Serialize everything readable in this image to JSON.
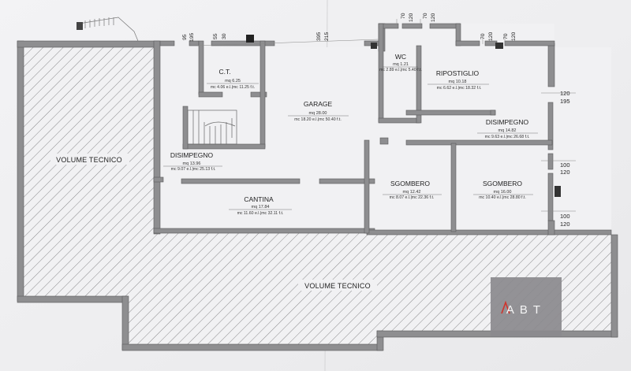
{
  "rooms": {
    "ct": {
      "name": "C.T.",
      "area": "mq 6.25",
      "vol": "mc 4.06 e.l.|mc 11.25 f.t."
    },
    "garage": {
      "name": "GARAGE",
      "area": "mq 28.00",
      "vol": "mc 18.20 e.l.|mc 50.40 f.t."
    },
    "wc": {
      "name": "WC",
      "area": "mq 1.21",
      "vol": "mc 2.89 e.l.|mc 5.40 f.t."
    },
    "ripostiglio": {
      "name": "RIPOSTIGLIO",
      "area": "mq 10.18",
      "vol": "mc 6.62 e.l.|mc 18.32 f.t."
    },
    "disimpegno_right": {
      "name": "DISIMPEGNO",
      "area": "mq 14.82",
      "vol": "mc 9.63 e.l.|mc 26.68 f.t."
    },
    "disimpegno_left": {
      "name": "DISIMPEGNO",
      "area": "mq 13.96",
      "vol": "mc 9.07 e.l.|mc 25.13 f.t."
    },
    "cantina": {
      "name": "CANTINA",
      "area": "mq 17.84",
      "vol": "mc 11.60 e.l.|mc 32.11 f.t."
    },
    "sgombero_mid": {
      "name": "SGOMBERO",
      "area": "mq 12.42",
      "vol": "mc 8.07 e.l.|mc 22.36 f.t."
    },
    "sgombero_right": {
      "name": "SGOMBERO",
      "area": "mq 16.00",
      "vol": "mc 10.40 e.l.|mc 28.80 f.t."
    },
    "volume_left": {
      "name": "VOLUME TECNICO"
    },
    "volume_bottom": {
      "name": "VOLUME TECNICO"
    }
  },
  "dimensions": {
    "d95": "95",
    "d195": "195",
    "d55": "55",
    "d30": "30",
    "d395": "395",
    "d215": "215",
    "d70a": "70",
    "d120a": "120",
    "d70b": "70",
    "d120b": "120",
    "d70c": "70",
    "d120c": "120",
    "d70d": "70",
    "d120d": "120",
    "r120": "120",
    "r195": "195",
    "r100a": "100",
    "r120b": "120",
    "r100b": "100",
    "r120c": "120"
  },
  "logo": {
    "text": "ABT"
  },
  "colors": {
    "logo_bg": "#8b8a8e",
    "logo_accent": "#d0342c",
    "wall": "#8e8e90",
    "paper": "#f1f1f3"
  }
}
